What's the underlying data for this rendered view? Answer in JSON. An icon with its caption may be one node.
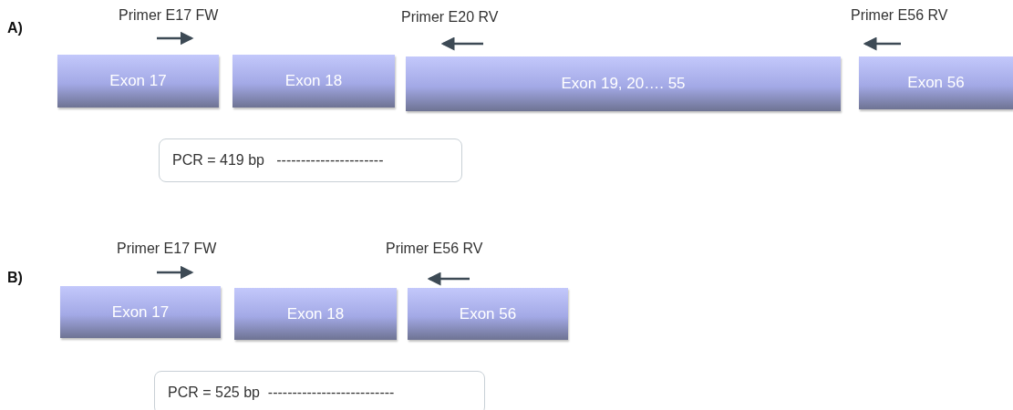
{
  "diagram": {
    "nodes": [
      {
        "text": [
          "Exon 17"
        ]
      },
      {
        "text": [
          "Exon 18"
        ]
      },
      {
        "text": [
          "Exon 19, 20…. 55"
        ]
      },
      {
        "text": [
          "Exon 56"
        ]
      },
      {
        "text": [
          "PCR = 419 bp   ----------------------"
        ]
      },
      {
        "text": [
          "Exon 17"
        ]
      },
      {
        "text": [
          "Exon 18"
        ]
      },
      {
        "text": [
          "Exon 56"
        ]
      },
      {
        "text": [
          "PCR = 525 bp  --------------------------"
        ]
      }
    ],
    "labels": [
      "A)",
      "Primer E17 FW",
      "Primer E20 RV",
      "Primer E56 RV",
      "B)",
      "Primer E17 FW",
      "Primer E56 RV"
    ]
  }
}
